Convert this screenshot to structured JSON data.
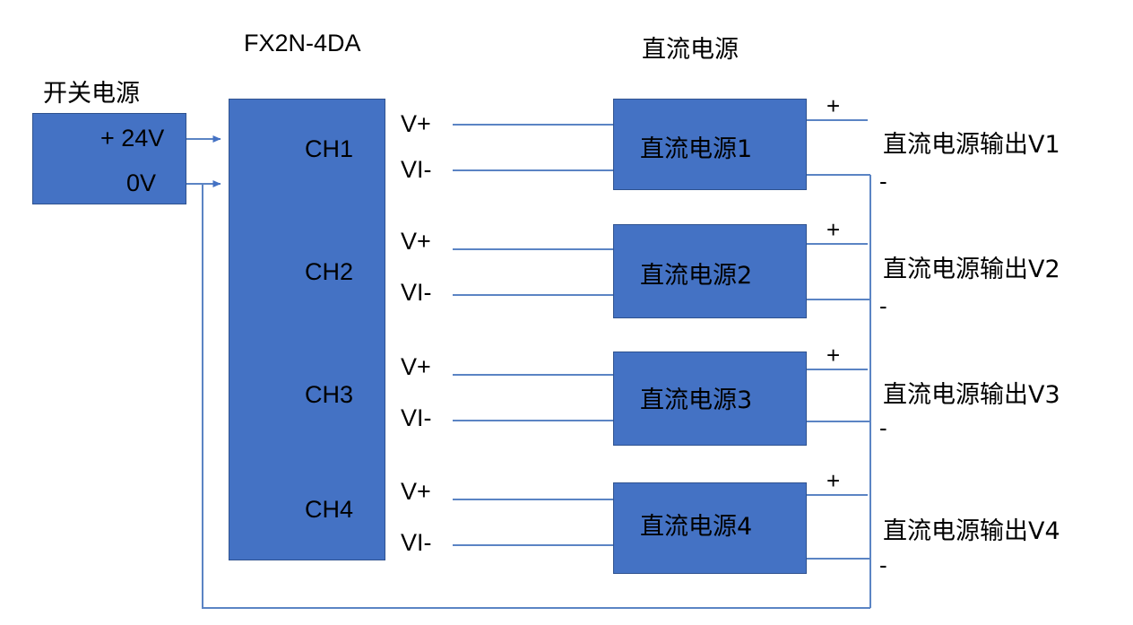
{
  "diagram": {
    "titles": {
      "switching_power": "开关电源",
      "module": "FX2N-4DA",
      "dc_power": "直流电源"
    },
    "switching_power_supply": {
      "name": "开关电源",
      "terminals": [
        {
          "label": "+ 24V"
        },
        {
          "label": "0V"
        }
      ]
    },
    "module": {
      "name": "FX2N-4DA",
      "channels": [
        {
          "name": "CH1",
          "pins": [
            "V+",
            "VI-"
          ]
        },
        {
          "name": "CH2",
          "pins": [
            "V+",
            "VI-"
          ]
        },
        {
          "name": "CH3",
          "pins": [
            "V+",
            "VI-"
          ]
        },
        {
          "name": "CH4",
          "pins": [
            "V+",
            "VI-"
          ]
        }
      ]
    },
    "dc_sources": [
      {
        "name": "直流电源1",
        "plus": "+",
        "minus": "-",
        "output": "直流电源输出V1"
      },
      {
        "name": "直流电源2",
        "plus": "+",
        "minus": "-",
        "output": "直流电源输出V2"
      },
      {
        "name": "直流电源3",
        "plus": "+",
        "minus": "-",
        "output": "直流电源输出V3"
      },
      {
        "name": "直流电源4",
        "plus": "+",
        "minus": "-",
        "output": "直流电源输出V4"
      }
    ],
    "colors": {
      "box_fill": "#4472C4",
      "box_border": "#2F528F",
      "wire": "#5B84C4",
      "text": "#000000",
      "background": "#FFFFFF"
    }
  }
}
